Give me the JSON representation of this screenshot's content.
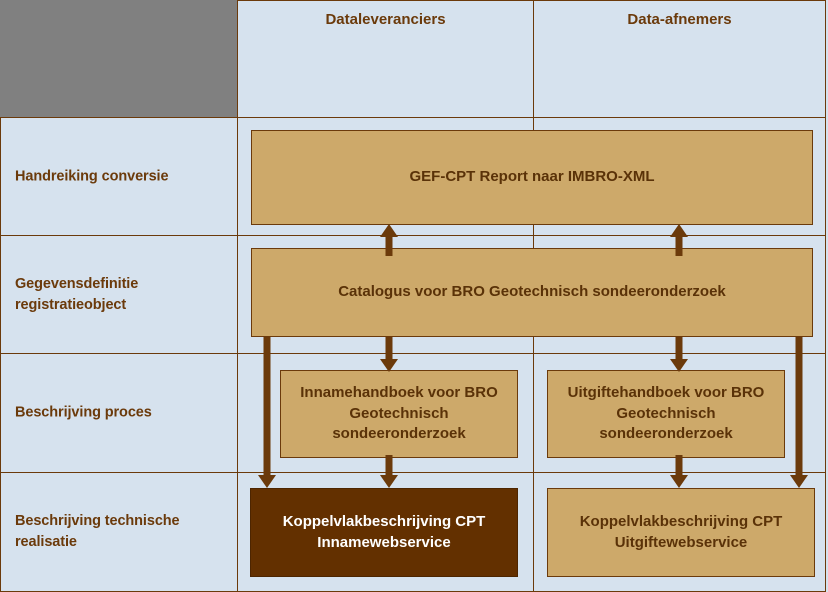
{
  "diagram": {
    "columns": [
      {
        "key": "corner",
        "label": ""
      },
      {
        "key": "suppliers",
        "label": "Dataleveranciers"
      },
      {
        "key": "consumers",
        "label": "Data-afnemers"
      }
    ],
    "rows": [
      {
        "key": "header",
        "label": ""
      },
      {
        "key": "conversion",
        "label": "Handreiking conversie"
      },
      {
        "key": "datadef",
        "label": "Gegevensdefinitie registratieobject"
      },
      {
        "key": "process",
        "label": "Beschrijving proces"
      },
      {
        "key": "technical",
        "label": "Beschrijving technische realisatie"
      }
    ],
    "boxes": {
      "gef_cpt": "GEF-CPT Report naar IMBRO-XML",
      "catalogus": "Catalogus voor BRO Geotechnisch sondeeronderzoek",
      "innamehandboek": "Innamehandboek voor BRO Geotechnisch sondeeronderzoek",
      "uitgiftehandboek": "Uitgiftehandboek voor BRO Geotechnisch sondeeronderzoek",
      "koppelvlak_inname": "Koppelvlakbeschrijving CPT Innamewebservice",
      "koppelvlak_uitgifte": "Koppelvlakbeschrijving CPT Uitgiftewebservice"
    },
    "colors": {
      "cell_background": "#d6e2ee",
      "corner_block": "#808080",
      "box_fill": "#cda96a",
      "box_highlight_fill": "#633000",
      "line": "#6b3a0b",
      "text": "#5a3208",
      "text_highlight": "#ffffff"
    }
  }
}
